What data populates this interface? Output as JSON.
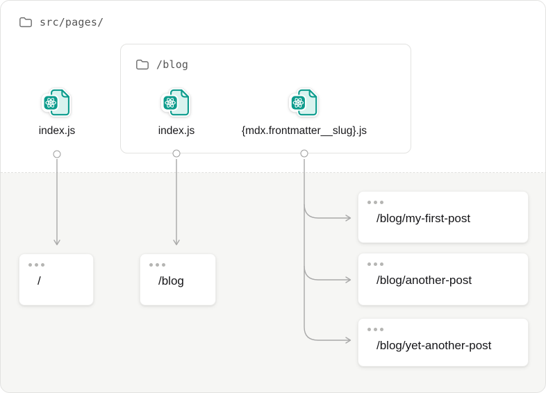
{
  "diagram": {
    "title_folder": {
      "label": "src/pages/"
    },
    "blog_folder": {
      "label": "/blog"
    },
    "files": {
      "index_root": {
        "label": "index.js"
      },
      "index_blog": {
        "label": "index.js"
      },
      "mdx_slug": {
        "label": "{mdx.frontmatter__slug}.js"
      }
    },
    "routes": {
      "root": {
        "label": "/"
      },
      "blog": {
        "label": "/blog"
      },
      "post_1": {
        "label": "/blog/my-first-post"
      },
      "post_2": {
        "label": "/blog/another-post"
      },
      "post_3": {
        "label": "/blog/yet-another-post"
      }
    },
    "icons": {
      "folder": "folder-outline-icon",
      "react_file": "react-file-icon",
      "window_dots": "browser-window-dots-icon",
      "arrow": "flow-arrow"
    },
    "colors": {
      "teal": "#0d9c8d",
      "teal_light": "#d9f3ef",
      "arrow_gray": "#a8a8a8",
      "panel_bg": "#f6f6f4",
      "top_bg": "#ffffff",
      "border": "#e2e2e0",
      "text_dark": "#17171a",
      "text_muted": "#565656"
    }
  }
}
